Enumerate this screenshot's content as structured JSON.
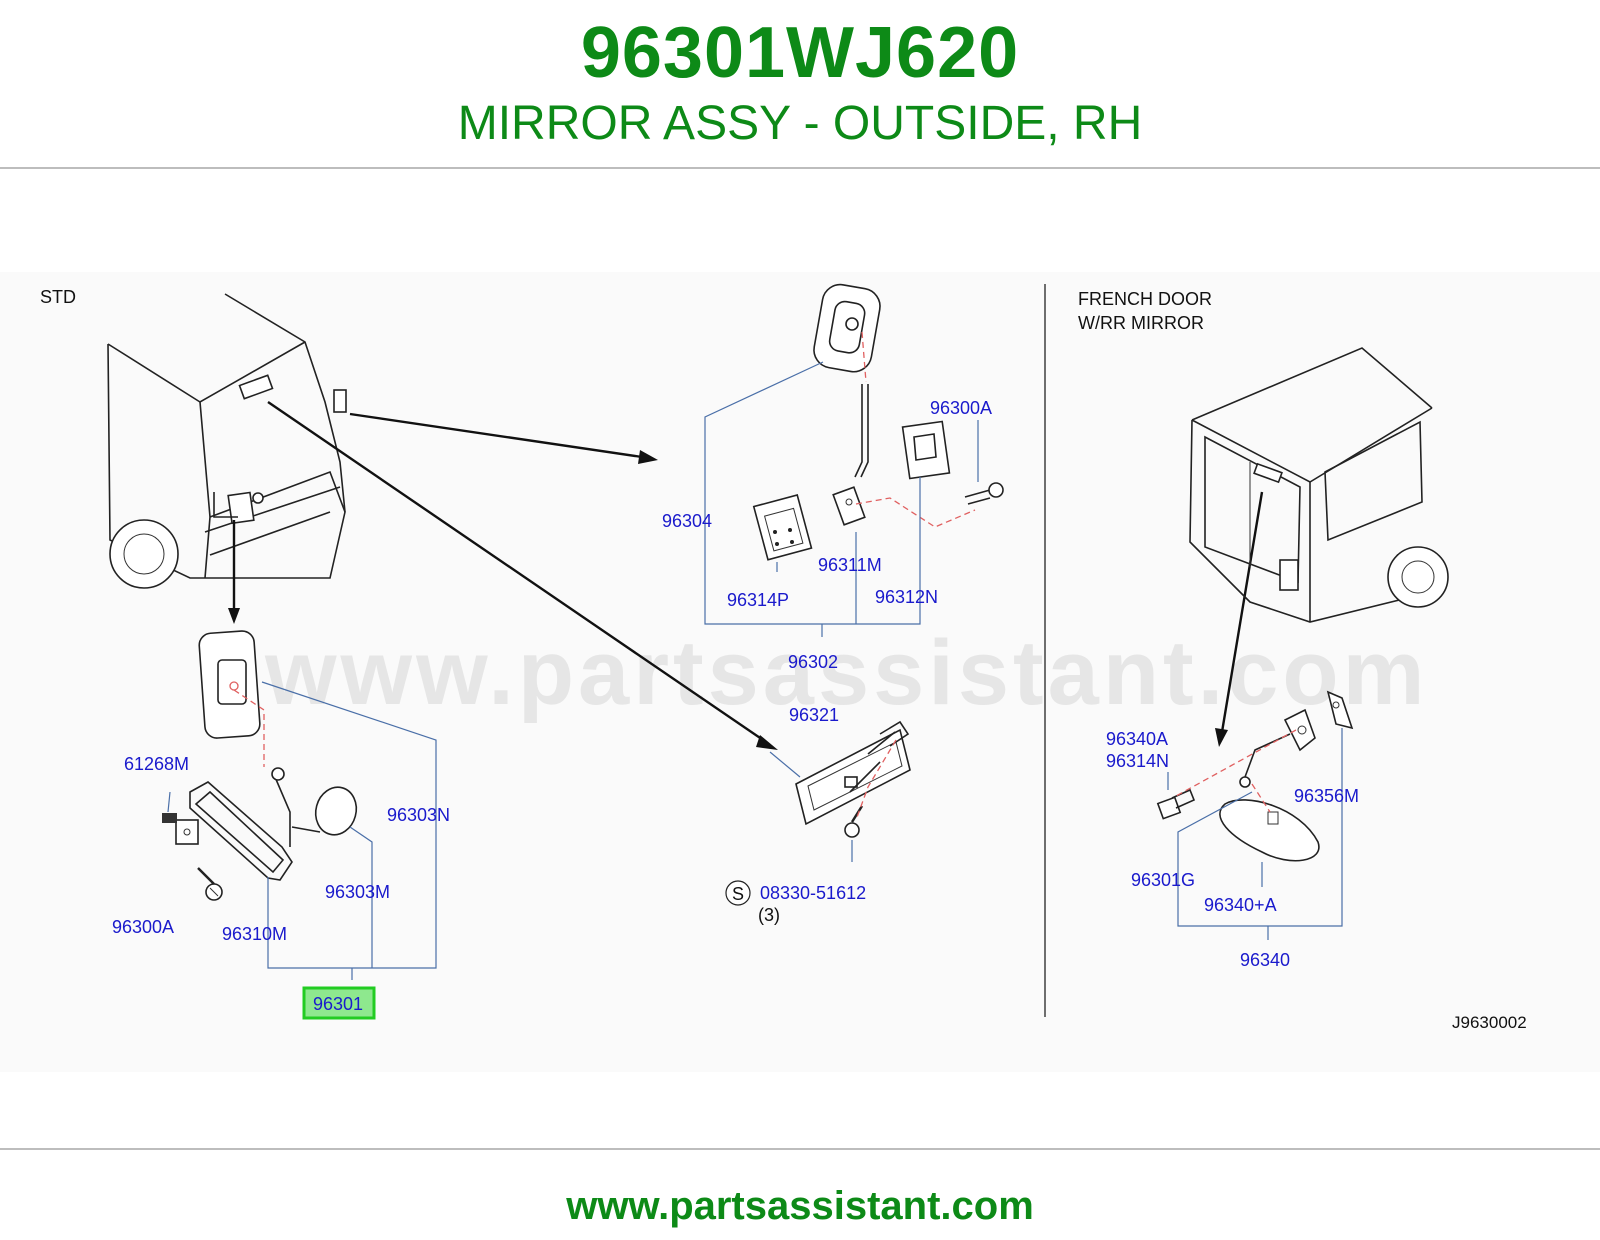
{
  "header": {
    "part_number": "96301WJ620",
    "description": "MIRROR ASSY - OUTSIDE, RH"
  },
  "watermark": "www.partsassistant.com",
  "footer": {
    "url": "www.partsassistant.com"
  },
  "diagram": {
    "sections": {
      "std": "STD",
      "french_door_line1": "FRENCH   DOOR",
      "french_door_line2": "W/RR   MIRROR"
    },
    "labels": {
      "p61268M": "61268M",
      "p96300A_left": "96300A",
      "p96310M": "96310M",
      "p96303M": "96303M",
      "p96303N": "96303N",
      "p96301": "96301",
      "p96304": "96304",
      "p96300A_mid": "96300A",
      "p96311M": "96311M",
      "p96314P": "96314P",
      "p96312N": "96312N",
      "p96302": "96302",
      "p96321": "96321",
      "s_symbol": "S",
      "p08330": "08330-51612",
      "qty3": "(3)",
      "p96340A": "96340A",
      "p96314N": "96314N",
      "p96356M": "96356M",
      "p96301G": "96301G",
      "p96340plusA": "96340+A",
      "p96340": "96340",
      "drawing_id": "J9630002"
    },
    "colors": {
      "title_green": "#0d8a17",
      "label_blue": "#1a1acc",
      "highlight_green": "#22cc22"
    }
  }
}
